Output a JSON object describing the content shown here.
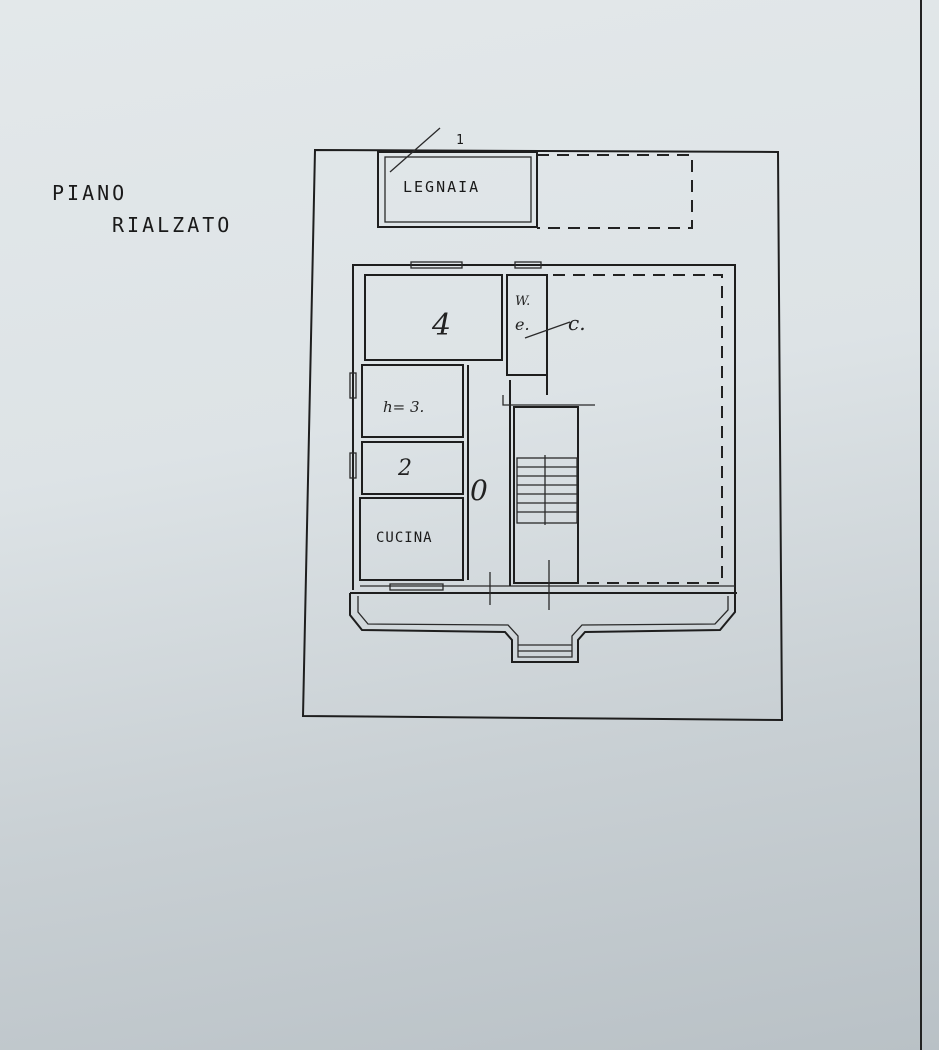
{
  "title": {
    "line1": "PIANO",
    "line2": "RIALZATO"
  },
  "rooms": {
    "woodshed": "LEGNAIA",
    "kitchen": "CUCINA",
    "wc_w": "W.",
    "wc_e": "e.",
    "wc_c": "c.",
    "room_a": "4",
    "room_b": "2",
    "corridor": "0",
    "height_note": "h= 3."
  },
  "marks": {
    "top_tick": "1"
  },
  "colors": {
    "paper": "#e0e6e9",
    "ink": "#1e1e1e"
  }
}
